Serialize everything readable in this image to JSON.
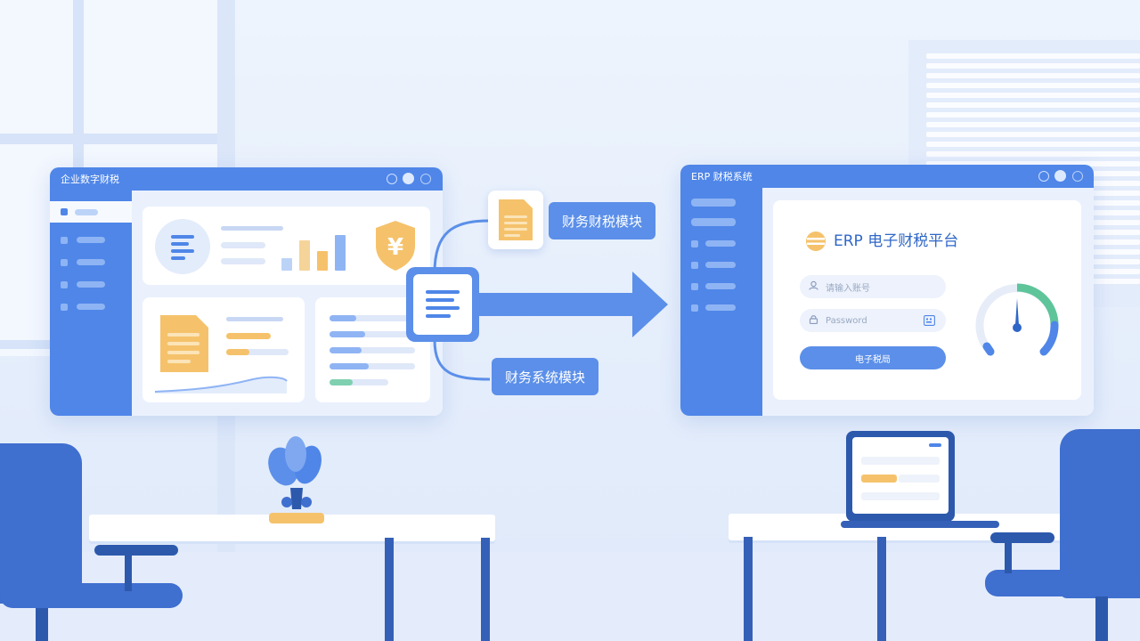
{
  "left_window": {
    "title": "企业数字财税"
  },
  "right_window": {
    "title": "ERP 财税系统",
    "platform_title": "ERP 电子财税平台",
    "username_placeholder": "请输入账号",
    "password_placeholder": "Password",
    "login_label": "电子税局"
  },
  "callouts": {
    "top": "财务财税模块",
    "bottom": "财务系统模块"
  },
  "icons": {
    "yuan": "yuan-shield-icon",
    "doc": "document-icon",
    "gauge": "gauge-icon",
    "lock": "lock-icon",
    "user": "user-icon",
    "key": "keypad-icon"
  },
  "colors": {
    "primary": "#4f86e8",
    "accent": "#f5c26b",
    "green": "#5ec49a"
  },
  "gauge_value": 0.55
}
